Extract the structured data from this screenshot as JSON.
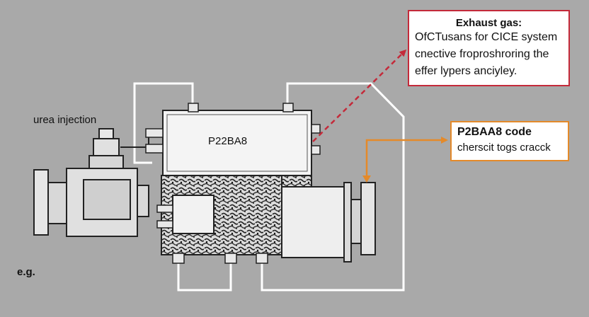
{
  "labels": {
    "urea": "urea injection",
    "eg": "e.g.",
    "module_code": "P22BA8"
  },
  "callout_exhaust": {
    "title": "Exhaust gas:",
    "lines": [
      "OfCTusans for CICE system",
      "cnective froproshroring the",
      "effer lypers anciyley."
    ],
    "border_color": "#c42a3a"
  },
  "callout_code": {
    "title": "P2BAA8 code",
    "line": "cherscit togs cracck",
    "border_color": "#e48a2a"
  },
  "colors": {
    "background": "#a9a9a9",
    "arrow_red": "#c42a3a",
    "arrow_orange": "#e48a2a"
  }
}
